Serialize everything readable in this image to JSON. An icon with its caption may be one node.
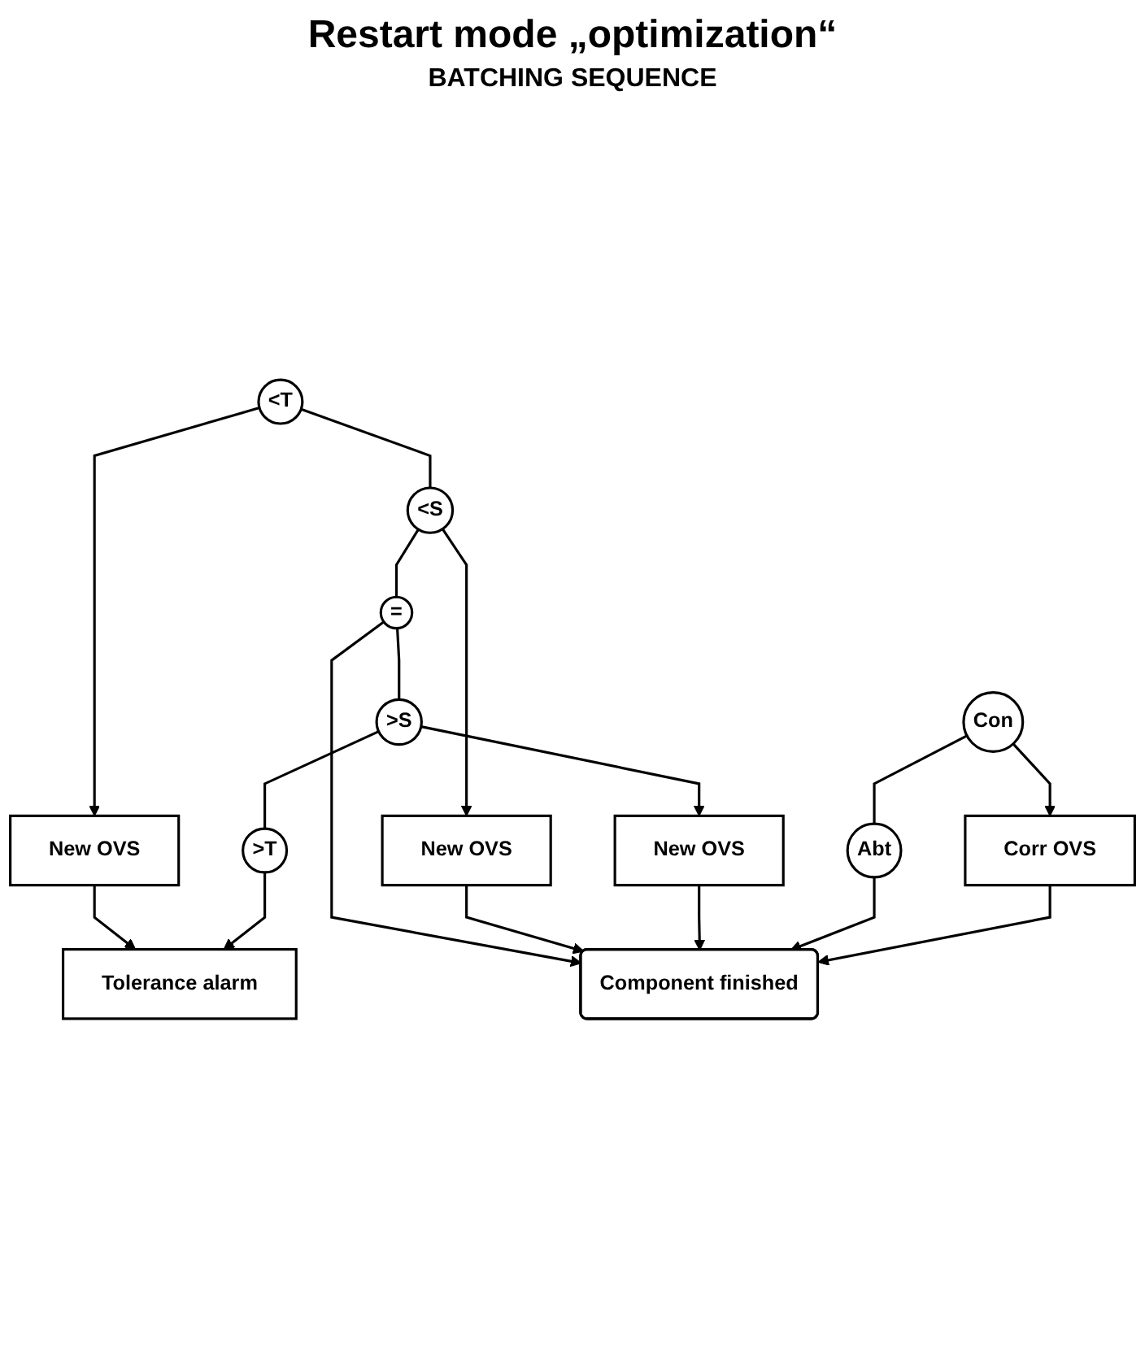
{
  "diagram": {
    "title": "Restart mode „optimization“",
    "nodes": [
      {
        "text": [
          "<T"
        ]
      },
      {
        "text": [
          "<S"
        ]
      },
      {
        "text": [
          "="
        ]
      },
      {
        "text": [
          ">S"
        ]
      },
      {
        "text": [
          ">T"
        ]
      },
      {
        "text": [
          "New OVS"
        ]
      },
      {
        "text": [
          "New OVS"
        ]
      },
      {
        "text": [
          "New OVS"
        ]
      },
      {
        "text": [
          "Tolerance alarm"
        ]
      },
      {
        "text": [
          "Con"
        ]
      },
      {
        "text": [
          "Abt"
        ]
      },
      {
        "text": [
          "Corr OVS"
        ]
      },
      {
        "text": [
          "Component finished"
        ]
      }
    ],
    "edges": [
      {
        "from": 0,
        "to": 1,
        "arrow": "none"
      },
      {
        "from": 1,
        "to": 2,
        "arrow": "none"
      },
      {
        "from": 2,
        "to": 3,
        "arrow": "none"
      },
      {
        "from": 3,
        "to": 4,
        "arrow": "none"
      },
      {
        "from": 0,
        "to": 5,
        "arrow": "to"
      },
      {
        "from": 1,
        "to": 6,
        "arrow": "to"
      },
      {
        "from": 3,
        "to": 7,
        "arrow": "to"
      },
      {
        "from": 2,
        "to": 12,
        "arrow": "to"
      },
      {
        "from": 6,
        "to": 12,
        "arrow": "to"
      },
      {
        "from": 7,
        "to": 12,
        "arrow": "to"
      },
      {
        "from": 5,
        "to": 8,
        "arrow": "to"
      },
      {
        "from": 4,
        "to": 8,
        "arrow": "to"
      },
      {
        "from": 9,
        "to": 10,
        "arrow": "none"
      },
      {
        "from": 9,
        "to": 11,
        "arrow": "to"
      },
      {
        "from": 10,
        "to": 12,
        "arrow": "to"
      },
      {
        "from": 11,
        "to": 12,
        "arrow": "to"
      }
    ],
    "labels": [
      "BATCHING SEQUENCE"
    ]
  }
}
